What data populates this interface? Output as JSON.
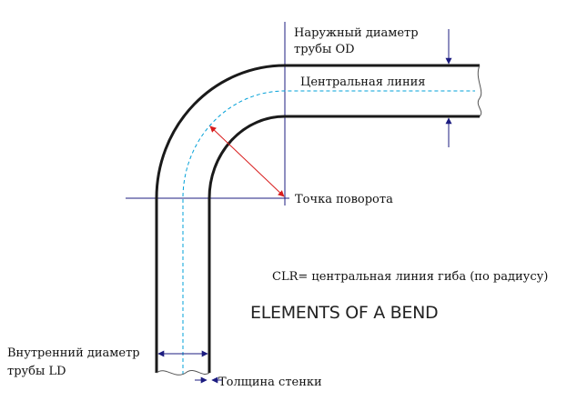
{
  "labels": {
    "od_line1": "Наружный диаметр",
    "od_line2": "трубы OD",
    "centerline": "Центральная линия",
    "pivot": "Точка поворота",
    "clr": "CLR= центральная линия гиба (по радиусу)",
    "title": "ELEMENTS OF A BEND",
    "ld_line1": "Внутренний диаметр",
    "ld_line2": "трубы LD",
    "wall": "Толщина стенки"
  },
  "colors": {
    "pipe_wall": "#1a1a1a",
    "centerline": "#00a0d8",
    "dimension": "#1c1c80",
    "radius_arrow": "#d81c1c",
    "text": "#111111"
  }
}
